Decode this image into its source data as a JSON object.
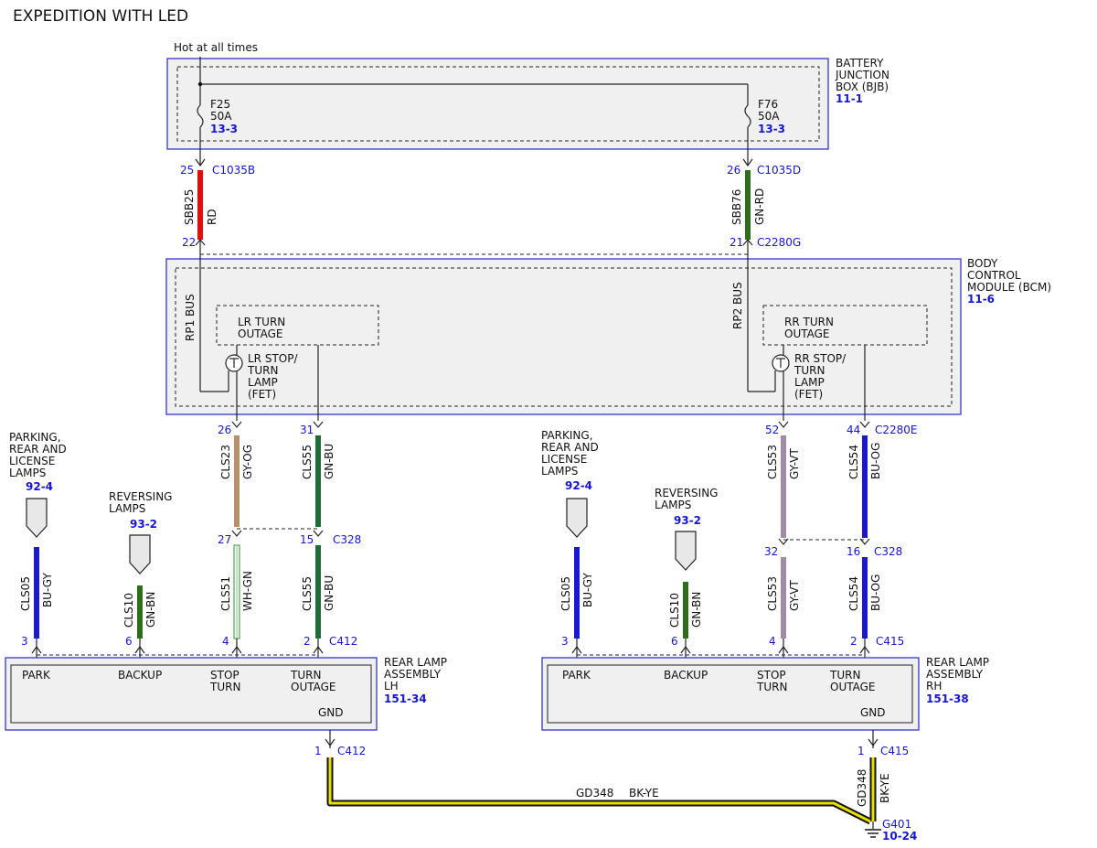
{
  "title": "EXPEDITION WITH LED",
  "hot_label": "Hot at all times",
  "bjb": {
    "name_lines": [
      "BATTERY",
      "JUNCTION",
      "BOX (BJB)"
    ],
    "ref": "11-1"
  },
  "fuses": [
    {
      "name": "F25",
      "rating": "50A",
      "ref": "13-3"
    },
    {
      "name": "F76",
      "rating": "50A",
      "ref": "13-3"
    }
  ],
  "bcm": {
    "name_lines": [
      "BODY",
      "CONTROL",
      "MODULE (BCM)"
    ],
    "ref": "11-6",
    "bus_left": "RP1 BUS",
    "bus_right": "RP2 BUS",
    "lr_outage": [
      "LR TURN",
      "OUTAGE"
    ],
    "rr_outage": [
      "RR TURN",
      "OUTAGE"
    ],
    "lr_fet": [
      "LR STOP/",
      "TURN",
      "LAMP",
      "(FET)"
    ],
    "rr_fet": [
      "RR STOP/",
      "TURN",
      "LAMP",
      "(FET)"
    ]
  },
  "wires": [
    {
      "circuit": "SBB25",
      "color": "RD",
      "hex": "#e01010"
    },
    {
      "circuit": "SBB76",
      "color": "GN-RD",
      "hex": "#2e6b1a"
    },
    {
      "circuit": "CLS23",
      "color": "GY-OG",
      "hex": "#b59068"
    },
    {
      "circuit": "CLS55",
      "color": "GN-BU",
      "hex": "#1f6b3a"
    },
    {
      "circuit": "CLS53",
      "color": "GY-VT",
      "hex": "#a08aa8"
    },
    {
      "circuit": "CLS54",
      "color": "BU-OG",
      "hex": "#1a1acc"
    },
    {
      "circuit": "CLS05",
      "color": "BU-GY",
      "hex": "#1a1acc"
    },
    {
      "circuit": "CLS10",
      "color": "GN-BN",
      "hex": "#2e6b1a"
    },
    {
      "circuit": "CLS51",
      "color": "WH-GN",
      "hex": "#ffffff"
    },
    {
      "circuit": "CLS55",
      "color": "GN-BU",
      "hex": "#1f6b3a"
    },
    {
      "circuit": "CLS05",
      "color": "BU-GY",
      "hex": "#1a1acc"
    },
    {
      "circuit": "CLS10",
      "color": "GN-BN",
      "hex": "#2e6b1a"
    },
    {
      "circuit": "CLS53",
      "color": "GY-VT",
      "hex": "#a08aa8"
    },
    {
      "circuit": "CLS54",
      "color": "BU-OG",
      "hex": "#1a1acc"
    },
    {
      "circuit": "GD348",
      "color": "BK-YE",
      "hex": "#e8e000"
    }
  ],
  "pins": {
    "p25": "25",
    "c1035b": "C1035B",
    "p26": "26",
    "c1035d": "C1035D",
    "p22": "22",
    "p21": "21",
    "c2280g": "C2280G",
    "p26b": "26",
    "p31": "31",
    "p52": "52",
    "p44": "44",
    "c2280e": "C2280E",
    "p27": "27",
    "p15": "15",
    "c328a": "C328",
    "p32": "32",
    "p16": "16",
    "c328b": "C328",
    "p3a": "3",
    "p6a": "6",
    "p4a": "4",
    "p2a": "2",
    "c412": "C412",
    "p3b": "3",
    "p6b": "6",
    "p4b": "4",
    "p2b": "2",
    "c415": "C415",
    "p1a": "1",
    "c412b": "C412",
    "p1b": "1",
    "c415b": "C415"
  },
  "ref_lamps": {
    "park_lines": [
      "PARKING,",
      "REAR AND",
      "LICENSE",
      "LAMPS"
    ],
    "park_ref": "92-4",
    "rev_lines": [
      "REVERSING",
      "LAMPS"
    ],
    "rev_ref": "93-2"
  },
  "lh": {
    "name_lines": [
      "REAR LAMP",
      "ASSEMBLY",
      "LH"
    ],
    "ref": "151-34",
    "pins": {
      "park": "PARK",
      "backup": "BACKUP",
      "stop": [
        "STOP",
        "TURN"
      ],
      "turn": [
        "TURN",
        "OUTAGE"
      ],
      "gnd": "GND"
    }
  },
  "rh": {
    "name_lines": [
      "REAR LAMP",
      "ASSEMBLY",
      "RH"
    ],
    "ref": "151-38",
    "pins": {
      "park": "PARK",
      "backup": "BACKUP",
      "stop": [
        "STOP",
        "TURN"
      ],
      "turn": [
        "TURN",
        "OUTAGE"
      ],
      "gnd": "GND"
    }
  },
  "ground": {
    "name": "G401",
    "ref": "10-24"
  }
}
